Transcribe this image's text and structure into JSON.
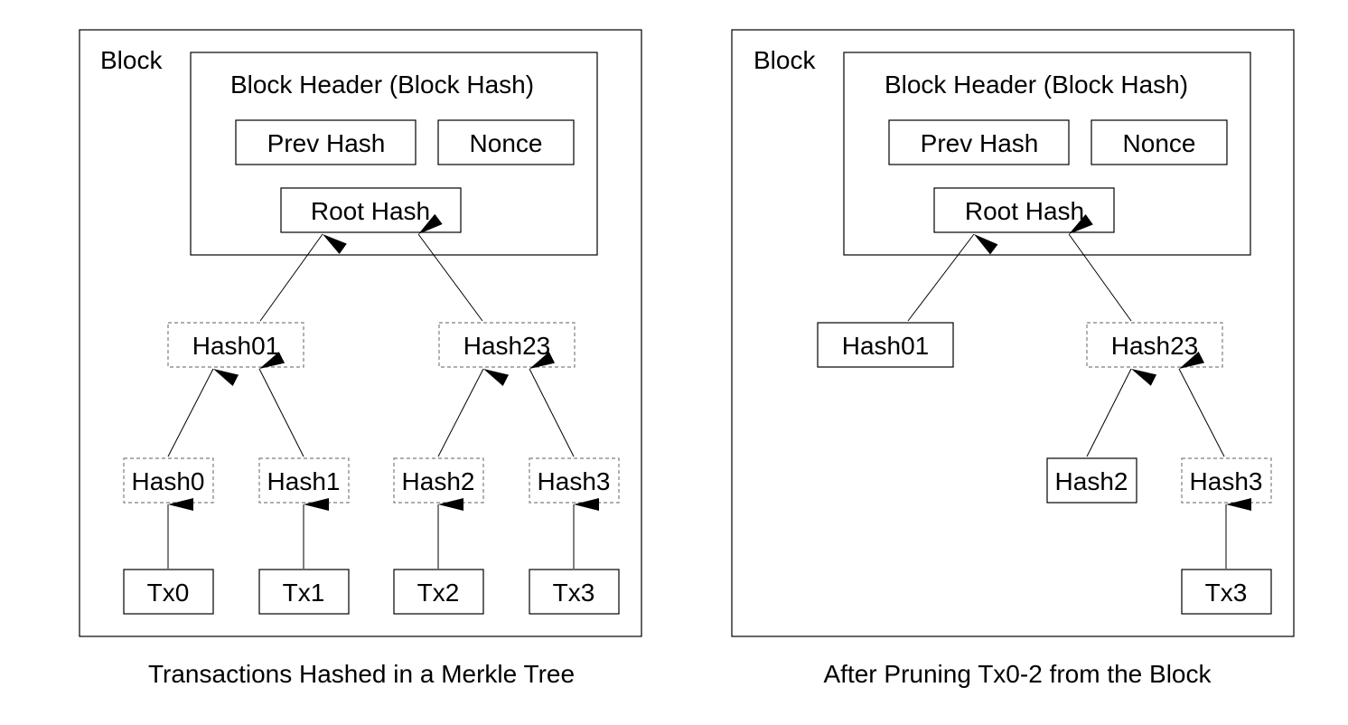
{
  "left": {
    "block_label": "Block",
    "header_label": "Block Header (Block Hash)",
    "prev_hash": "Prev Hash",
    "nonce": "Nonce",
    "root_hash": "Root Hash",
    "hash01": "Hash01",
    "hash23": "Hash23",
    "hash0": "Hash0",
    "hash1": "Hash1",
    "hash2": "Hash2",
    "hash3": "Hash3",
    "tx0": "Tx0",
    "tx1": "Tx1",
    "tx2": "Tx2",
    "tx3": "Tx3",
    "caption": "Transactions Hashed in a Merkle Tree"
  },
  "right": {
    "block_label": "Block",
    "header_label": "Block Header (Block Hash)",
    "prev_hash": "Prev Hash",
    "nonce": "Nonce",
    "root_hash": "Root Hash",
    "hash01": "Hash01",
    "hash23": "Hash23",
    "hash2": "Hash2",
    "hash3": "Hash3",
    "tx3": "Tx3",
    "caption": "After Pruning Tx0-2 from the Block"
  },
  "colors": {
    "stroke": "#000000",
    "dashed_stroke": "#7f7f7f",
    "background": "#ffffff"
  }
}
